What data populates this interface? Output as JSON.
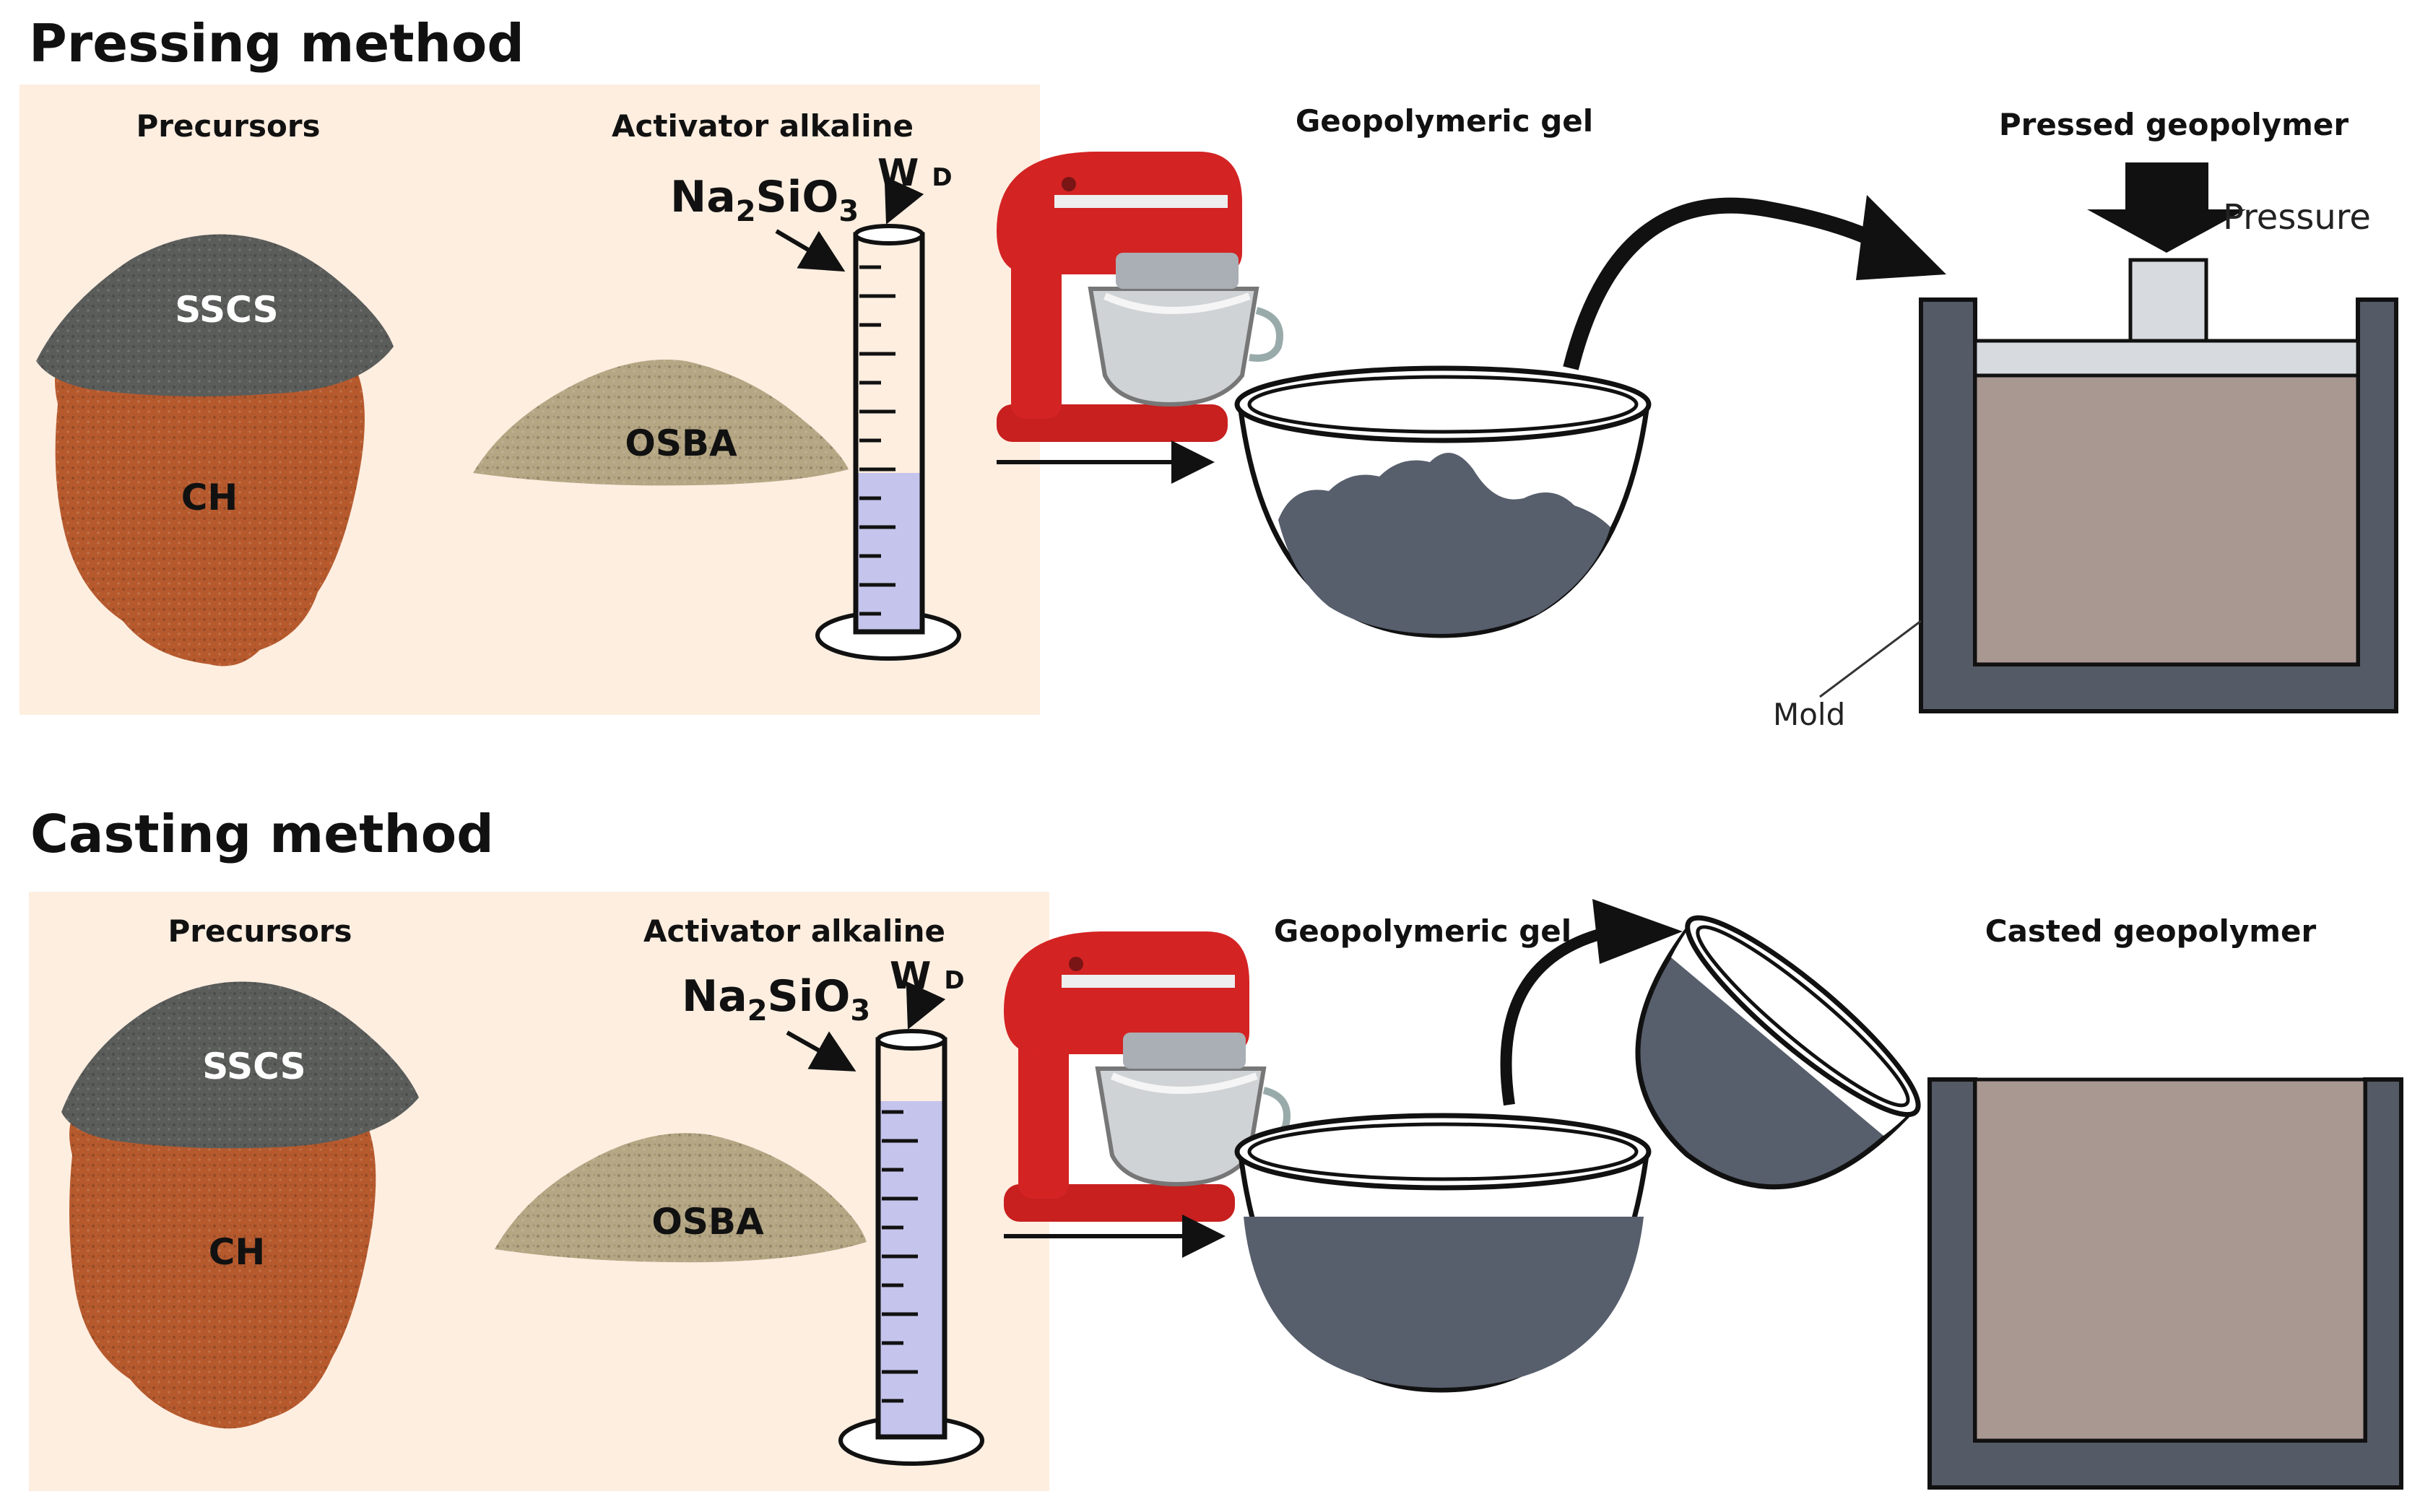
{
  "pressing": {
    "title": "Pressing method",
    "precursors_label": "Precursors",
    "activator_label": "Activator alkaline",
    "gel_label": "Geopolymeric gel",
    "result_label": "Pressed geopolymer",
    "pressure_label": "Pressure",
    "mold_label": "Mold",
    "pile_top": "SSCS",
    "pile_bottom": "CH",
    "pile_side": "OSBA",
    "formula_main": "Na",
    "formula_sub1": "2",
    "formula_mid": "SiO",
    "formula_sub2": "3",
    "wd_main": "W",
    "wd_sub": "D"
  },
  "casting": {
    "title": "Casting method",
    "precursors_label": "Precursors",
    "activator_label": "Activator alkaline",
    "gel_label": "Geopolymeric gel",
    "result_label": "Casted geopolymer",
    "pile_top": "SSCS",
    "pile_bottom": "CH",
    "pile_side": "OSBA",
    "formula_main": "Na",
    "formula_sub1": "2",
    "formula_mid": "SiO",
    "formula_sub2": "3",
    "wd_main": "W",
    "wd_sub": "D"
  },
  "colors": {
    "panel_bg": "#fdeee0",
    "gel": "#575e6c",
    "mold": "#545a66",
    "mold_fill": "#a99892",
    "liquid": "#c4c4ec",
    "mixer_red": "#d42323",
    "sscs": "#5b5d5b",
    "ch": "#b65a2e",
    "osba": "#b5a684"
  }
}
